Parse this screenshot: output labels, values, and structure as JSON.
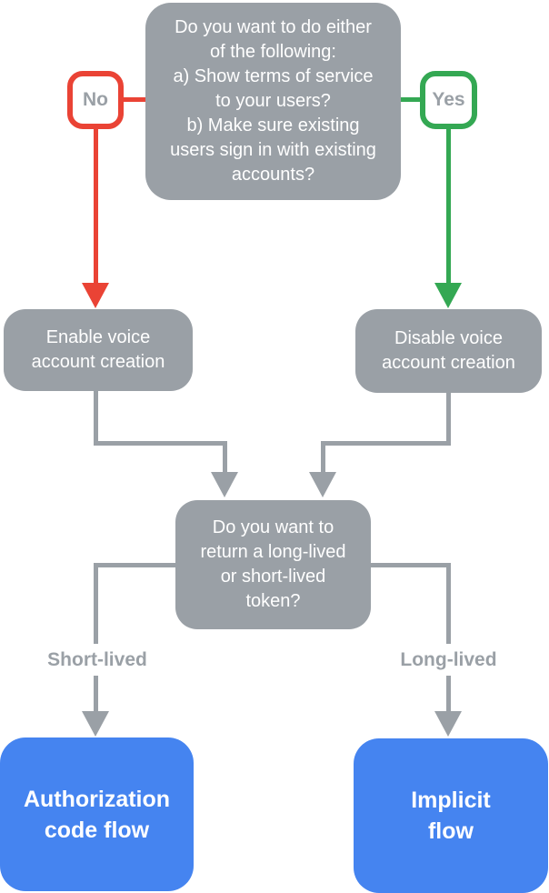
{
  "colors": {
    "node_gray": "#9AA0A6",
    "no_red": "#EA4335",
    "yes_green": "#34A853",
    "flow_blue": "#4584F0",
    "label_text_gray": "#9AA0A6",
    "node_text_white": "#FFFFFF"
  },
  "nodes": {
    "question_terms": {
      "lines": [
        "Do you want to do either",
        "of the following:",
        "a) Show terms of service",
        "to your users?",
        "b) Make sure existing",
        "users sign in with existing",
        "accounts?"
      ]
    },
    "enable_voice": {
      "lines": [
        "Enable voice",
        "account creation"
      ]
    },
    "disable_voice": {
      "lines": [
        "Disable voice",
        "account creation"
      ]
    },
    "question_token": {
      "lines": [
        "Do you want to",
        "return a long-lived",
        "or short-lived",
        "token?"
      ]
    },
    "authorization_code_flow": {
      "lines": [
        "Authorization",
        "code flow"
      ]
    },
    "implicit_flow": {
      "lines": [
        "Implicit",
        "flow"
      ]
    }
  },
  "badges": {
    "no": "No",
    "yes": "Yes"
  },
  "edge_labels": {
    "short_lived": "Short-lived",
    "long_lived": "Long-lived"
  }
}
